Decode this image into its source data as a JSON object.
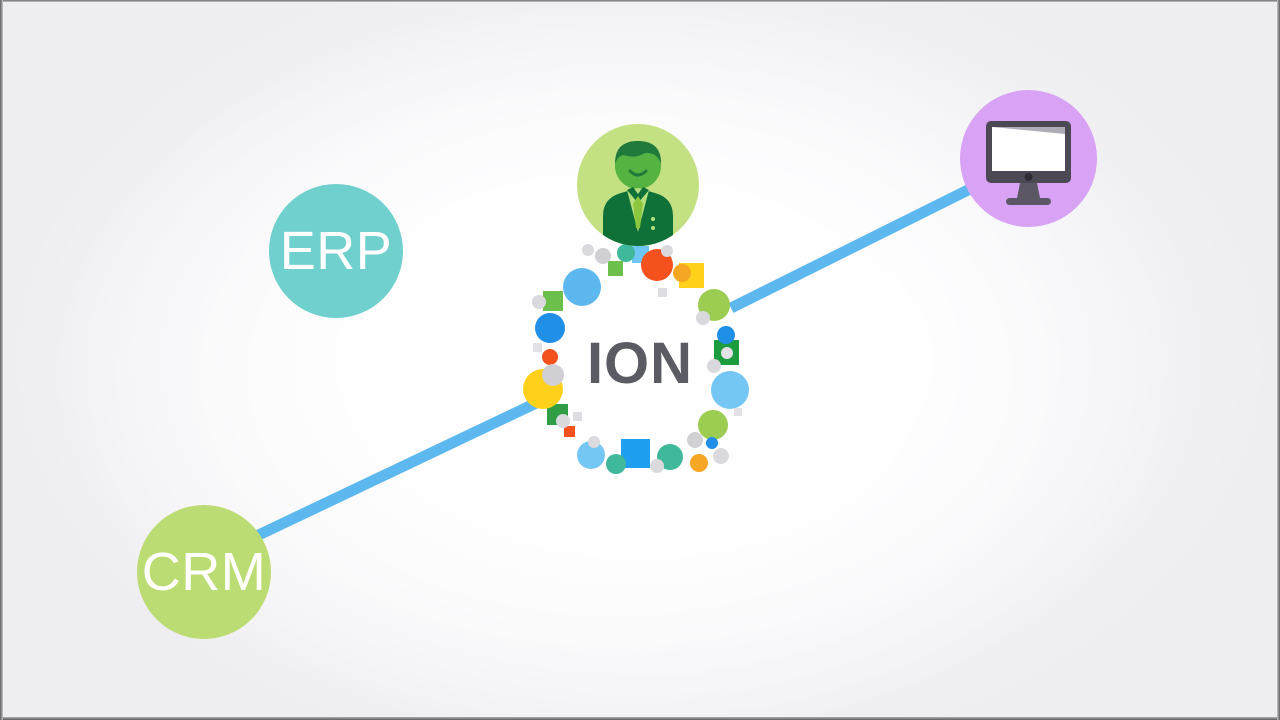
{
  "scene": {
    "title": "ION Integration Diagram",
    "background_color": "#f7f7fa",
    "frame_edge_color": "#6f6f73"
  },
  "center": {
    "label": "ION",
    "label_color": "#5b5b63",
    "ring_diameter": 248,
    "description": "Ring of colored dots and squares forming a circle around the ION wordmark"
  },
  "connectors": [
    {
      "name": "crm-to-ion",
      "color": "#5cb8ef",
      "thickness": 11,
      "from": "CRM",
      "to": "ION"
    },
    {
      "name": "monitor-to-ion",
      "color": "#5cb8ef",
      "thickness": 11,
      "from": "monitor",
      "to": "ION"
    }
  ],
  "nodes": [
    {
      "id": "erp",
      "label": "ERP",
      "color": "#6fd0cd",
      "label_color": "#ffffff",
      "kind": "text-circle"
    },
    {
      "id": "crm",
      "label": "CRM",
      "color": "#bbdc72",
      "label_color": "#ffffff",
      "kind": "text-circle"
    },
    {
      "id": "user",
      "label": "",
      "color": "#c3e183",
      "kind": "avatar-circle",
      "icon": "person-icon",
      "icon_colors": {
        "hair": "#1f7a3c",
        "face": "#5cb947",
        "suit": "#0f7038",
        "shirt": "#a8da6b",
        "tie": "#8cc63f"
      }
    },
    {
      "id": "monitor",
      "label": "",
      "color": "#d9a3f5",
      "kind": "icon-circle",
      "icon": "desktop-monitor-icon",
      "icon_colors": {
        "bezel": "#4d4954",
        "screen": "#ffffff",
        "stand": "#5b5764"
      }
    }
  ],
  "ring_particles": {
    "note": "Colors used around the ION ring",
    "palette": {
      "blue": "#2196f3",
      "light_blue": "#5cb8ef",
      "sky_blue": "#6ec6f5",
      "green": "#4caf50",
      "dark_green": "#1d9b3f",
      "lime": "#9ccc52",
      "teal": "#3fb99a",
      "yellow": "#ffd11a",
      "amber": "#f5a623",
      "orange": "#f4511e",
      "grey": "#cfcfd4",
      "light_grey": "#e2e2e6"
    }
  }
}
